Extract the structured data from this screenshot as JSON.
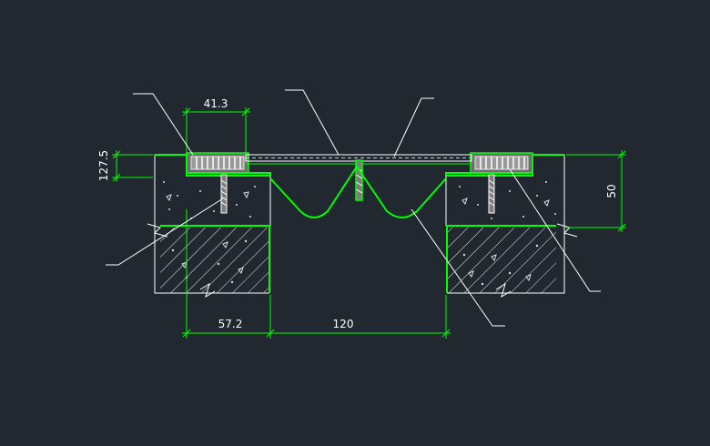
{
  "drawing": {
    "dimensions": {
      "top_width": "41.3",
      "left_height": "127.5",
      "right_height": "50",
      "bottom_left": "57.2",
      "bottom_gap": "120"
    }
  },
  "colors": {
    "background": "#212830",
    "outline": "#00ff00",
    "line": "#ffffff",
    "metal": "#7d7d7d",
    "rubber": "#ffffff"
  }
}
